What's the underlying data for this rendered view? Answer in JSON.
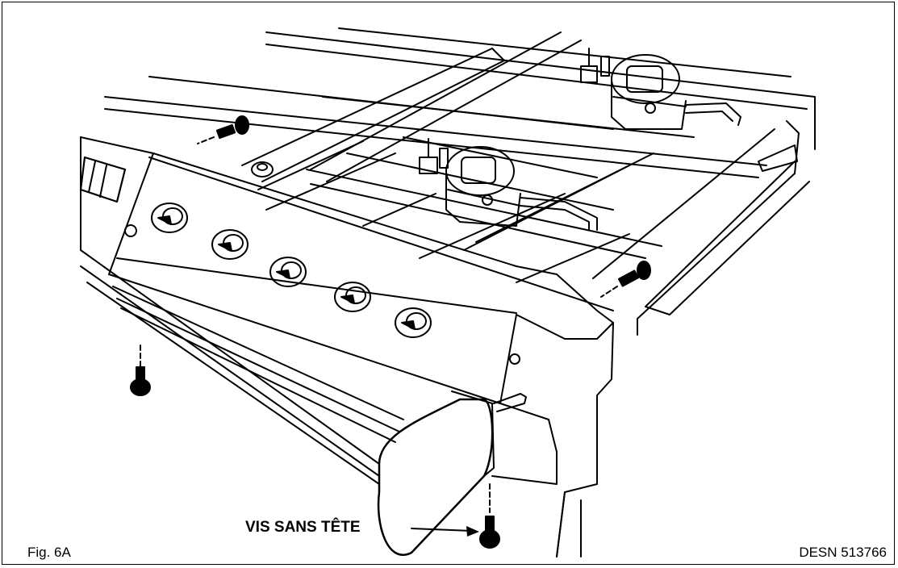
{
  "figure": {
    "label": "Fig. 6A",
    "code": "DESN 513766"
  },
  "callout": {
    "text": "VIS SANS TÊTE"
  },
  "style": {
    "line_color": "#000000",
    "background": "#ffffff"
  }
}
